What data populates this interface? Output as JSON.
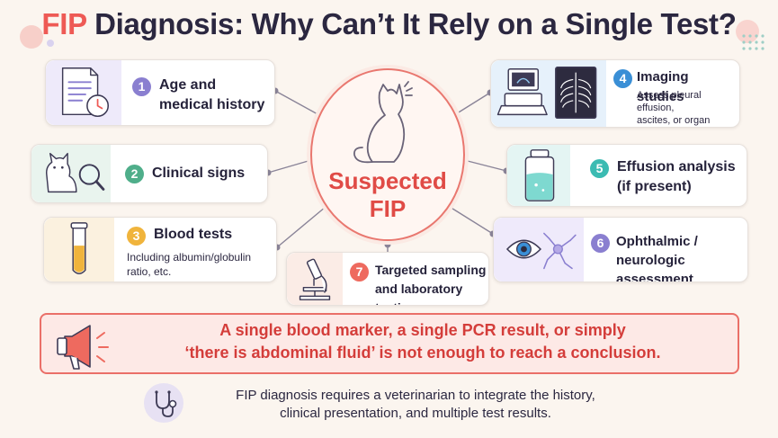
{
  "title": {
    "accent": "FIP",
    "rest": "Diagnosis: Why Can’t It Rely on a Single Test?"
  },
  "center": {
    "line1": "Suspected",
    "line2": "FIP"
  },
  "factors": [
    {
      "num": "1",
      "title_line1": "Age and",
      "title_line2": "medical history",
      "color": "#8a7fd0",
      "icon": "document-clock-icon"
    },
    {
      "num": "2",
      "title": "Clinical signs",
      "color": "#4fae8a",
      "icon": "cat-magnifier-icon"
    },
    {
      "num": "3",
      "title": "Blood tests",
      "subtitle_line1": "Including albumin/globulin",
      "subtitle_line2": "ratio, etc.",
      "color": "#f0b43c",
      "icon": "test-tube-icon"
    },
    {
      "num": "4",
      "title": "Imaging studies",
      "subtitle_line1": "Assess pleural effusion,",
      "subtitle_line2": "ascites, or organ",
      "subtitle_line3": "abnormalities",
      "color": "#3a8fd6",
      "icon": "ultrasound-xray-icon"
    },
    {
      "num": "5",
      "title_line1": "Effusion analysis",
      "title_line2": "(if present)",
      "color": "#3bbbb2",
      "icon": "fluid-jar-icon"
    },
    {
      "num": "6",
      "title_line1": "Ophthalmic /",
      "title_line2": "neurologic assessment",
      "color": "#8a7fd0",
      "icon": "eye-neuron-icon"
    },
    {
      "num": "7",
      "title_line1": "Targeted sampling",
      "title_line2": "and laboratory testing",
      "color": "#ee6a5f",
      "icon": "microscope-icon"
    }
  ],
  "warning": {
    "line1": "A single blood marker, a single PCR result, or simply",
    "line2": "‘there is abdominal fluid’ is not enough to reach a conclusion.",
    "icon": "megaphone-icon"
  },
  "footer": {
    "line1": "FIP diagnosis requires a veterinarian to integrate the history,",
    "line2": "clinical presentation, and multiple test results.",
    "icon": "stethoscope-icon"
  },
  "colors": {
    "accent": "#ee5a55",
    "background": "#fbf5ef",
    "warning_border": "#ea6f68"
  }
}
